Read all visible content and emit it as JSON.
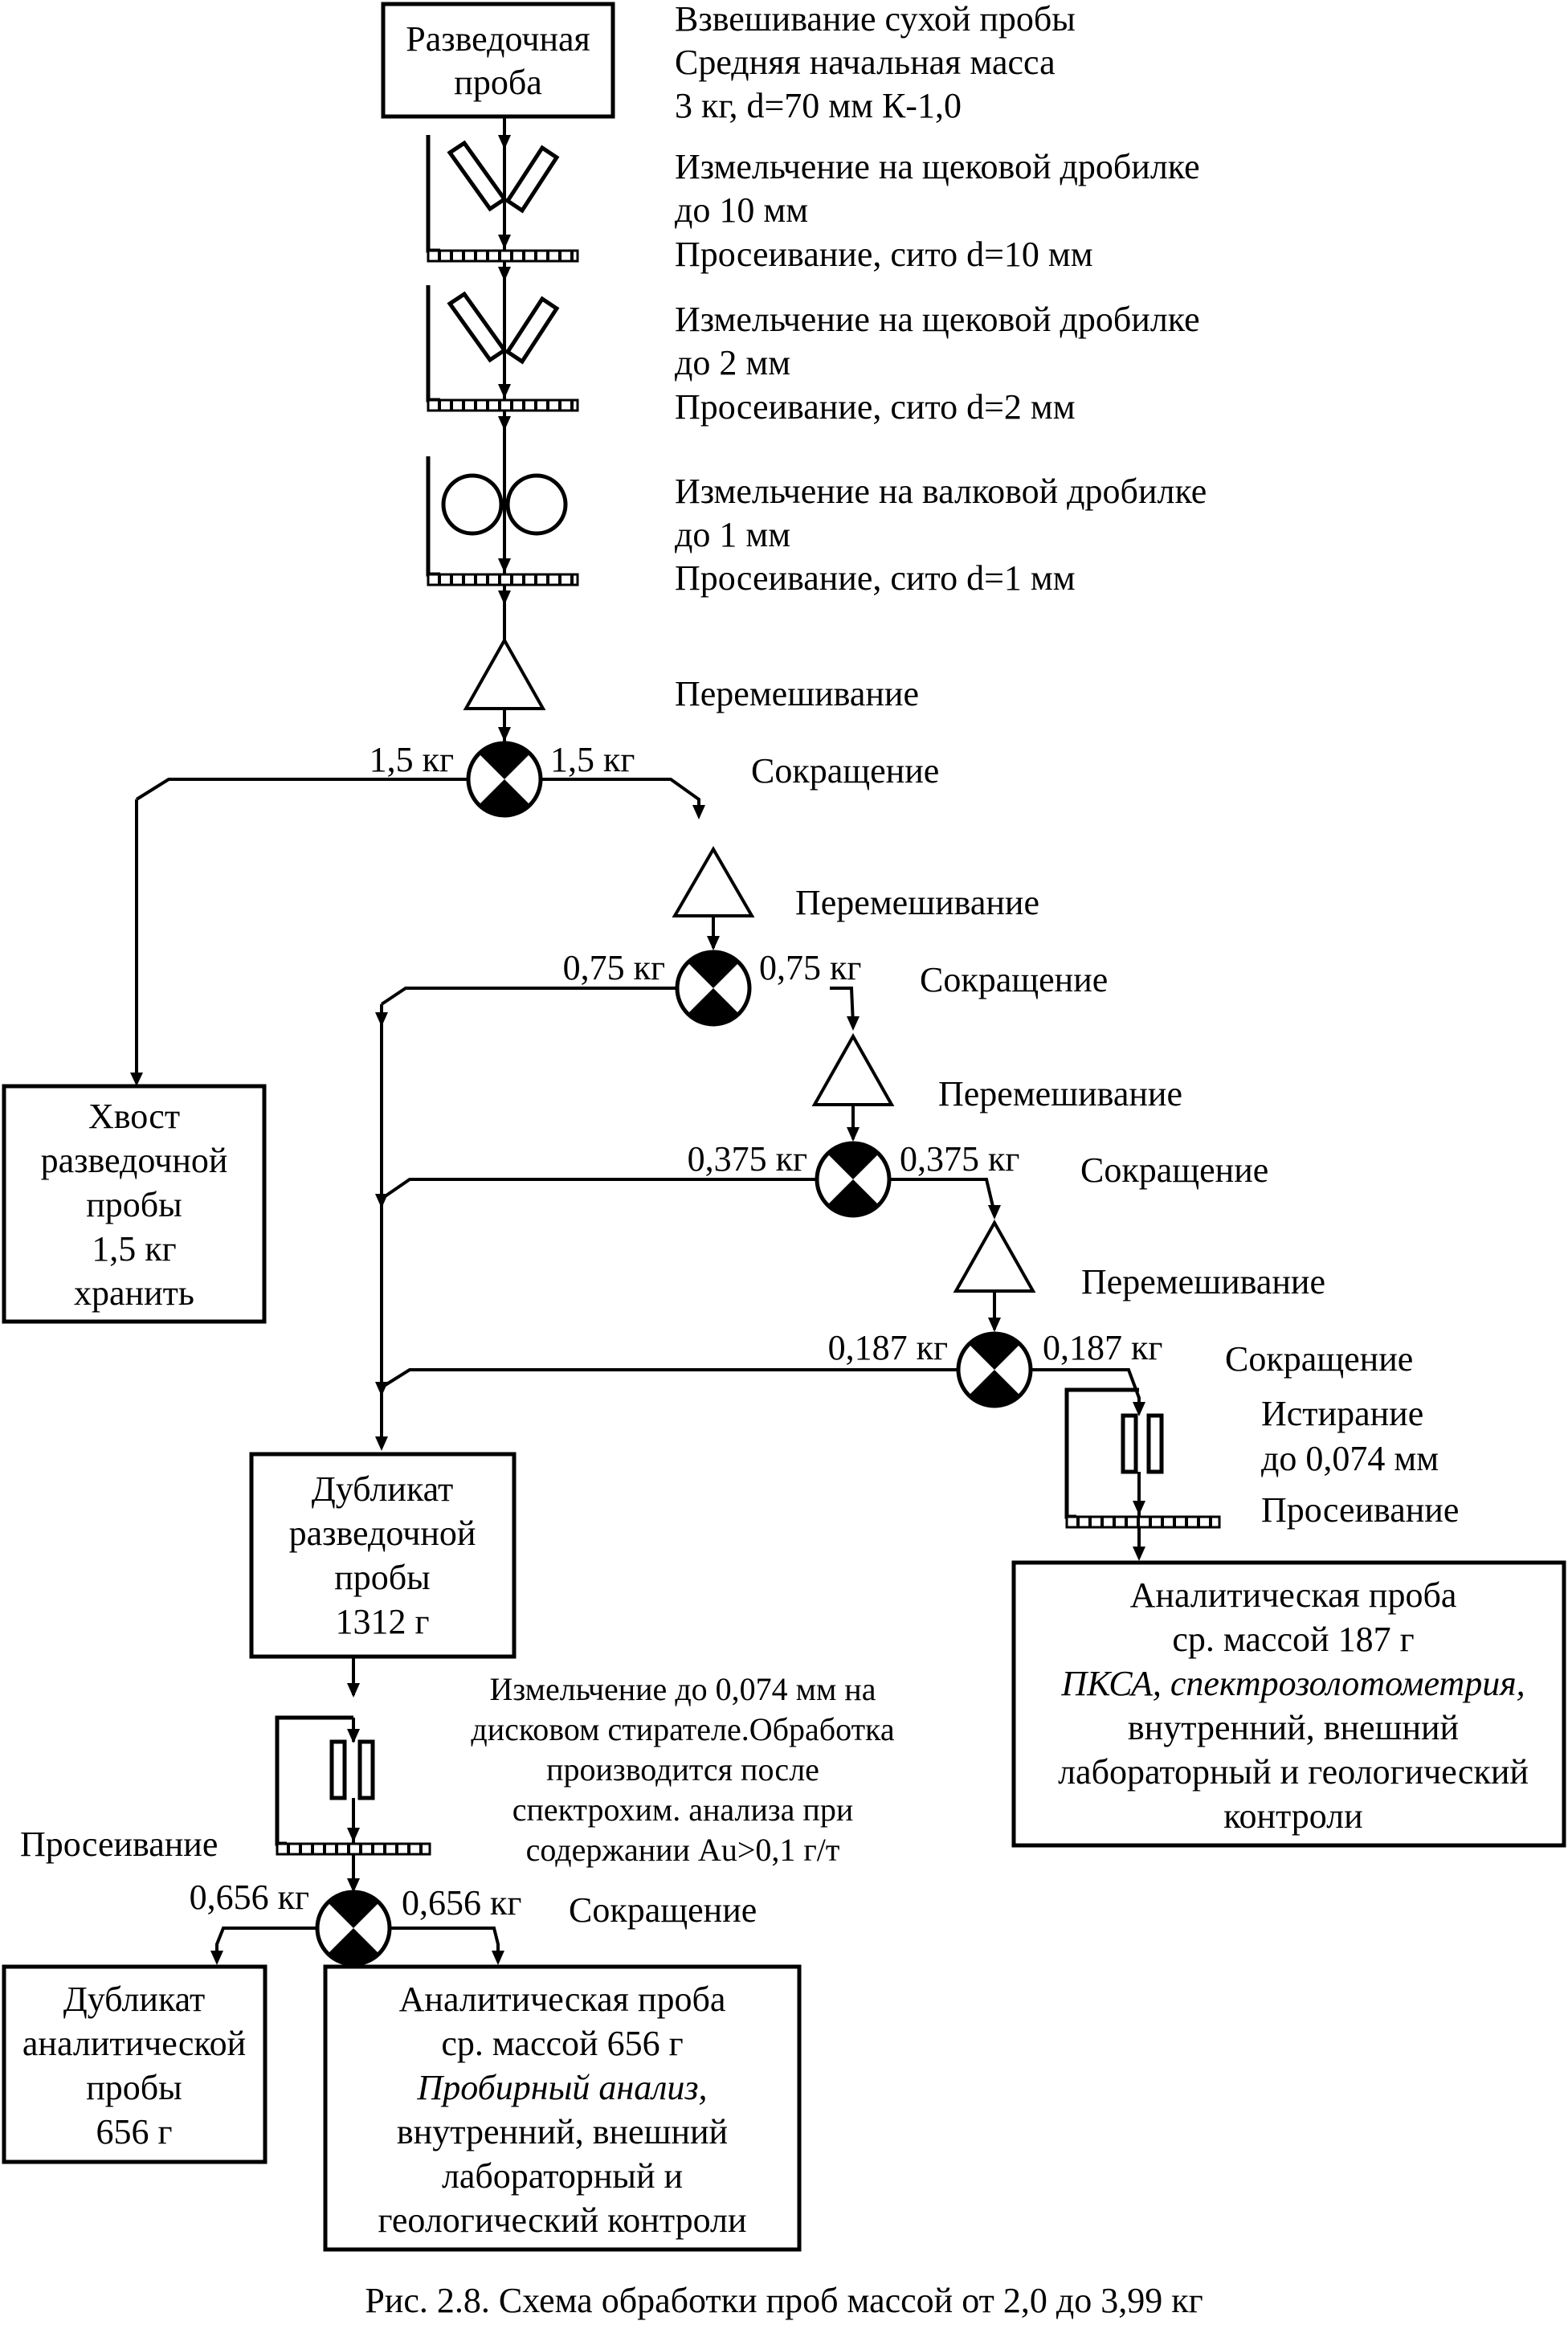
{
  "steps": {
    "s1": [
      "Взвешивание сухой пробы",
      "Средняя начальная масса",
      "3 кг, d=70 мм К-1,0"
    ],
    "s2": [
      "Измельчение на щековой дробилке",
      "до 10 мм",
      "Просеивание, сито d=10 мм"
    ],
    "s3": [
      "Измельчение на щековой дробилке",
      "до 2 мм",
      "Просеивание, сито d=2 мм"
    ],
    "s4": [
      "Измельчение на валковой дробилке",
      "до 1 мм",
      "Просеивание, сито d=1 мм"
    ],
    "mix": "Перемешивание",
    "reduce": "Сокращение"
  },
  "boxes": {
    "start": [
      "Разведочная",
      "проба"
    ],
    "tail": [
      "Хвост",
      "разведочной",
      "пробы",
      "1,5 кг",
      "хранить"
    ],
    "duplicate": [
      "Дубликат",
      "разведочной",
      "пробы",
      "1312 г"
    ],
    "analytic187": [
      "Аналитическая проба",
      "ср. массой 187 г"
    ],
    "analytic187_italic": "ПКСА, спектрозолотометрия,",
    "analytic187_rest": [
      "внутренний, внешний",
      "лабораторный и геологический",
      "контроли"
    ],
    "dup_analytic": [
      "Дубликат",
      "аналитической",
      "пробы",
      "656 г"
    ],
    "analytic656": [
      "Аналитическая проба",
      "ср. массой 656 г"
    ],
    "analytic656_italic": "Пробирный анализ,",
    "analytic656_rest": [
      "внутренний, внешний",
      "лабораторный и",
      "геологический контроли"
    ]
  },
  "masses": {
    "d1_left": "1,5 кг",
    "d1_right": "1,5 кг",
    "d2_left": "0,75 кг",
    "d2_right": "0,75 кг",
    "d3_left": "0,375 кг",
    "d3_right": "0,375 кг",
    "d4_left": "0,187 кг",
    "d4_right": "0,187 кг",
    "d5_left": "0,656 кг",
    "d5_right": "0,656 кг"
  },
  "abrasion": [
    "Истирание",
    "до 0,074 мм",
    "Просеивание"
  ],
  "disk_note": [
    "Измельчение до 0,074 мм на",
    "дисковом стирателе.Обработка",
    "производится после",
    "спектрохим. анализа при",
    "содержании Au>0,1 г/т"
  ],
  "sieving_left": "Просеивание",
  "caption": "Рис. 2.8. Схема обработки проб массой от 2,0 до 3,99 кг"
}
